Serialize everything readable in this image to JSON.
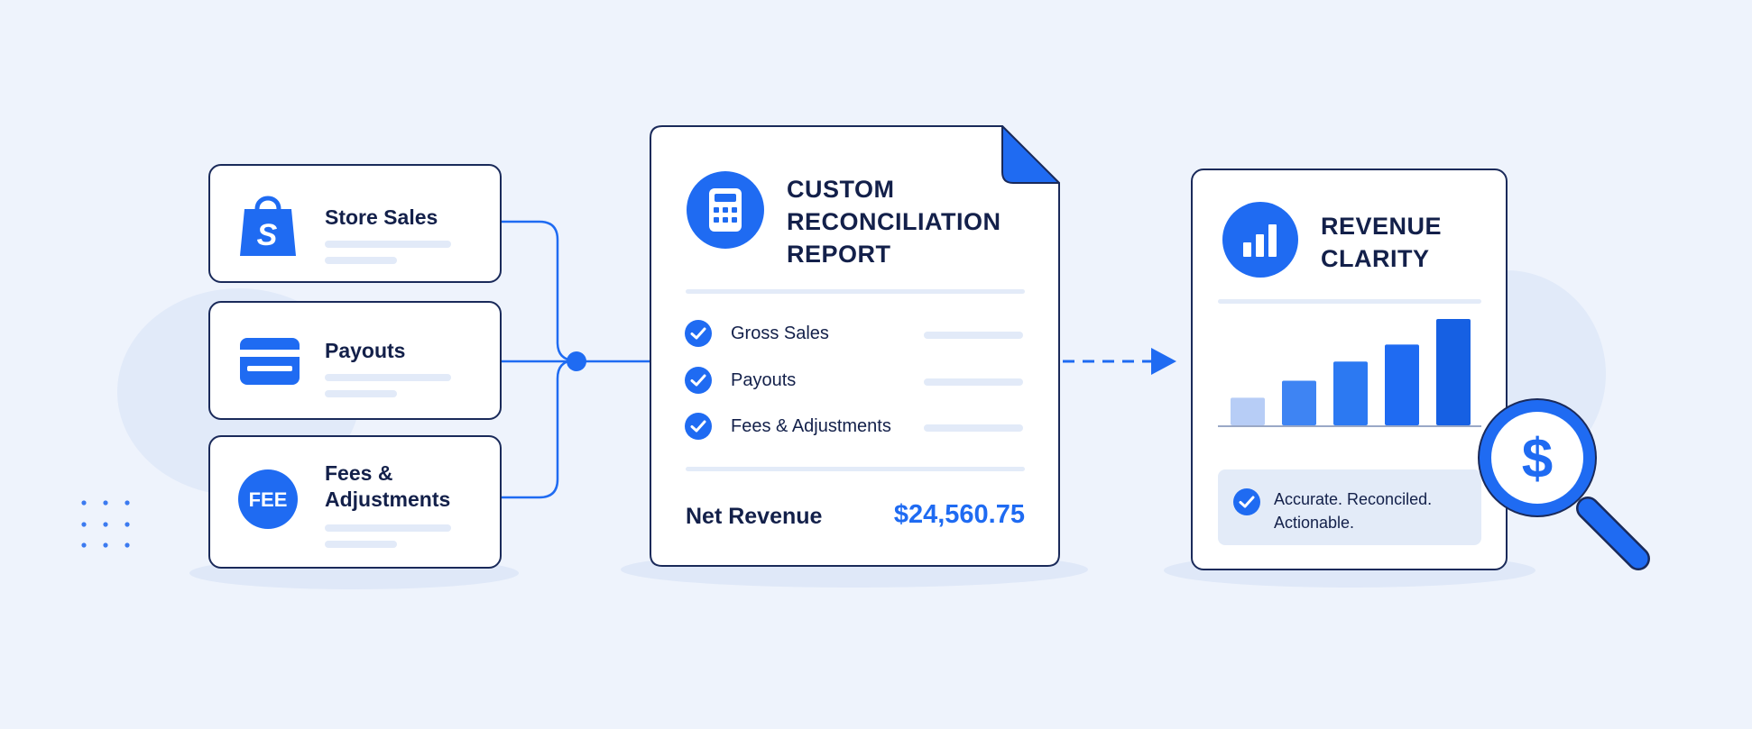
{
  "sources": [
    {
      "label_lines": [
        "Store Sales"
      ],
      "icon": "shopping-bag-icon"
    },
    {
      "label_lines": [
        "Payouts"
      ],
      "icon": "credit-card-icon"
    },
    {
      "label_lines": [
        "Fees &",
        "Adjustments"
      ],
      "icon": "fee-badge-icon",
      "badge_text": "FEE"
    }
  ],
  "report": {
    "title_lines": [
      "CUSTOM",
      "RECONCILIATION",
      "REPORT"
    ],
    "icon": "calculator-icon",
    "items": [
      "Gross Sales",
      "Payouts",
      "Fees & Adjustments"
    ],
    "total_label": "Net Revenue",
    "total_value": "$24,560.75"
  },
  "result": {
    "title_lines": [
      "REVENUE",
      "CLARITY"
    ],
    "icon": "bar-chart-icon",
    "chart_bars": [
      0.26,
      0.42,
      0.6,
      0.76,
      1.0
    ],
    "status_lines": [
      "Accurate. Reconciled.",
      "Actionable."
    ],
    "magnifier_icon": "dollar-magnifier-icon"
  },
  "colors": {
    "accent": "#1f6bf2",
    "navy": "#13204a",
    "background": "#eef3fc"
  }
}
